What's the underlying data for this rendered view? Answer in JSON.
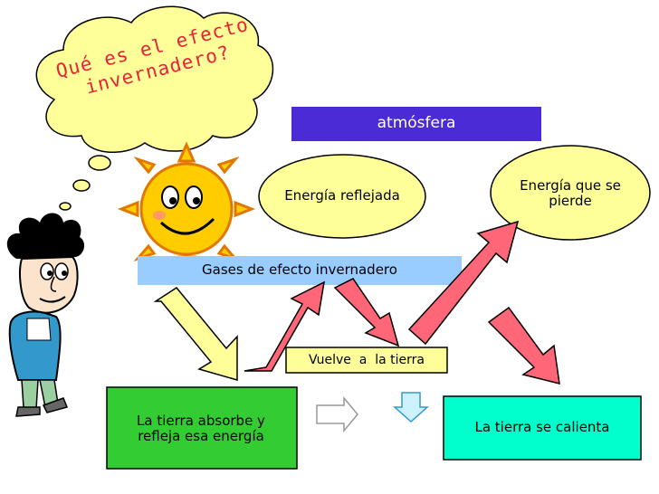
{
  "cloud": {
    "question": "Qué es el efecto invernadero?"
  },
  "labels": {
    "atmosphere": "atmósfera",
    "reflected_energy": "Energía reflejada",
    "lost_energy": "Energía que se pierde",
    "greenhouse_gases": "Gases de efecto invernadero",
    "back_to_earth": "Vuelve  a  la tierra",
    "earth_absorbs": "La tierra absorbe  y refleja esa energía",
    "earth_warms": "La tierra se calienta"
  },
  "colors": {
    "atmosphere_bar": "#4a2bd6",
    "yellow_fill": "#ffff99",
    "green_box": "#33cc33",
    "cyan_box": "#00ffcc",
    "gases_band": "#99ccff",
    "pink_arrow": "#ff6677",
    "cloud_fill": "#ffff99",
    "question_text": "#e8223a"
  },
  "icons": [
    "sun-icon",
    "cartoon-boy-icon"
  ]
}
